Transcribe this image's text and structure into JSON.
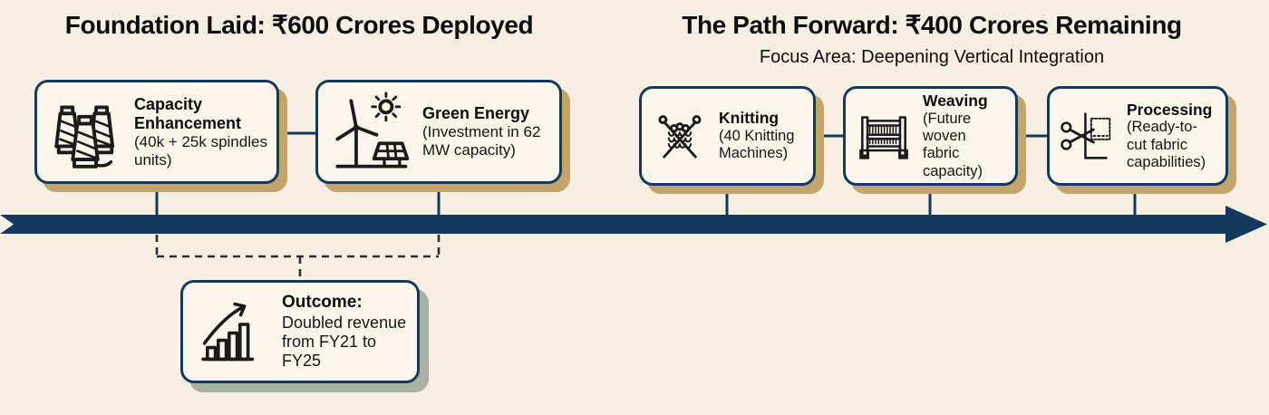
{
  "colors": {
    "bg": "#f6efe2",
    "card": "#faf6ec",
    "navy": "#14395e",
    "tan": "#c3a46c",
    "sage": "#a7b3a0",
    "ink": "#0d0d0d",
    "dash": "#2e2e2e"
  },
  "phase1": {
    "title": "Foundation Laid: ₹600 Crores Deployed",
    "boxes": [
      {
        "icon": "yarn-spindles-icon",
        "title": "Capacity Enhancement",
        "subtitle": "(40k + 25k spindles units)"
      },
      {
        "icon": "wind-turbine-solar-icon",
        "title": "Green Energy",
        "subtitle": "(Investment in 62 MW capacity)"
      }
    ],
    "outcome": {
      "icon": "growth-chart-icon",
      "title": "Outcome:",
      "subtitle": "Doubled revenue from FY21 to FY25"
    }
  },
  "phase2": {
    "title": "The Path Forward: ₹400 Crores Remaining",
    "subtitle": "Focus Area: Deepening Vertical Integration",
    "boxes": [
      {
        "icon": "knitting-needles-icon",
        "title": "Knitting",
        "subtitle": "(40 Knitting Machines)"
      },
      {
        "icon": "weaving-loom-icon",
        "title": "Weaving",
        "subtitle": "(Future woven fabric capacity)"
      },
      {
        "icon": "scissors-fabric-icon",
        "title": "Processing",
        "subtitle": "(Ready-to-cut fabric capabilities)"
      }
    ]
  }
}
